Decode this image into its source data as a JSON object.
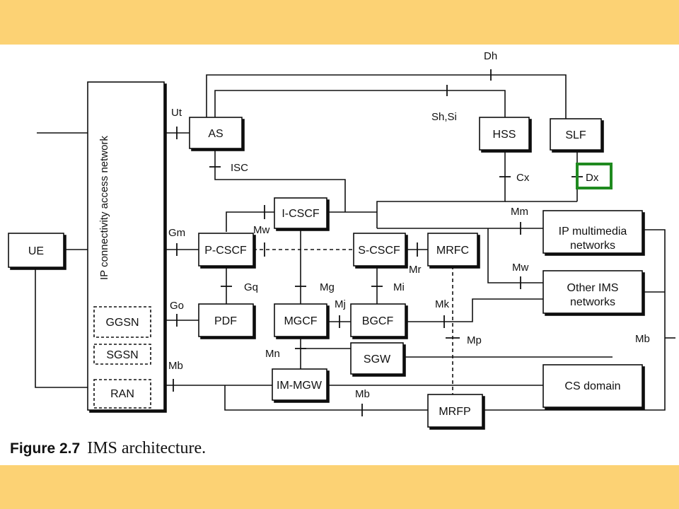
{
  "colors": {
    "band": "#fcd274",
    "line": "#111111",
    "highlight": "#1f8a1f"
  },
  "nodes": {
    "ue": "UE",
    "access_network": "IP connectivity access network",
    "ggsn": "GGSN",
    "sgsn": "SGSN",
    "ran": "RAN",
    "as": "AS",
    "hss": "HSS",
    "slf": "SLF",
    "icscf": "I-CSCF",
    "pcscf": "P-CSCF",
    "scscf": "S-CSCF",
    "mrfc": "MRFC",
    "pdf": "PDF",
    "mgcf": "MGCF",
    "bgcf": "BGCF",
    "sgw": "SGW",
    "immgw": "IM-MGW",
    "mrfp": "MRFP",
    "ip_mm": "IP multimedia networks",
    "other_ims": "Other IMS networks",
    "cs": "CS domain"
  },
  "interfaces": {
    "dh": "Dh",
    "ut": "Ut",
    "shsi": "Sh,Si",
    "isc": "ISC",
    "cx": "Cx",
    "dx": "Dx",
    "gm": "Gm",
    "mw1": "Mw",
    "mm": "Mm",
    "mw2": "Mw",
    "mr": "Mr",
    "gq": "Gq",
    "mg": "Mg",
    "mi": "Mi",
    "go": "Go",
    "mj": "Mj",
    "mk": "Mk",
    "mp": "Mp",
    "mb1": "Mb",
    "mn": "Mn",
    "mb2": "Mb",
    "mb3": "Mb"
  },
  "caption": {
    "figure": "Figure 2.7",
    "title": "IMS architecture."
  }
}
